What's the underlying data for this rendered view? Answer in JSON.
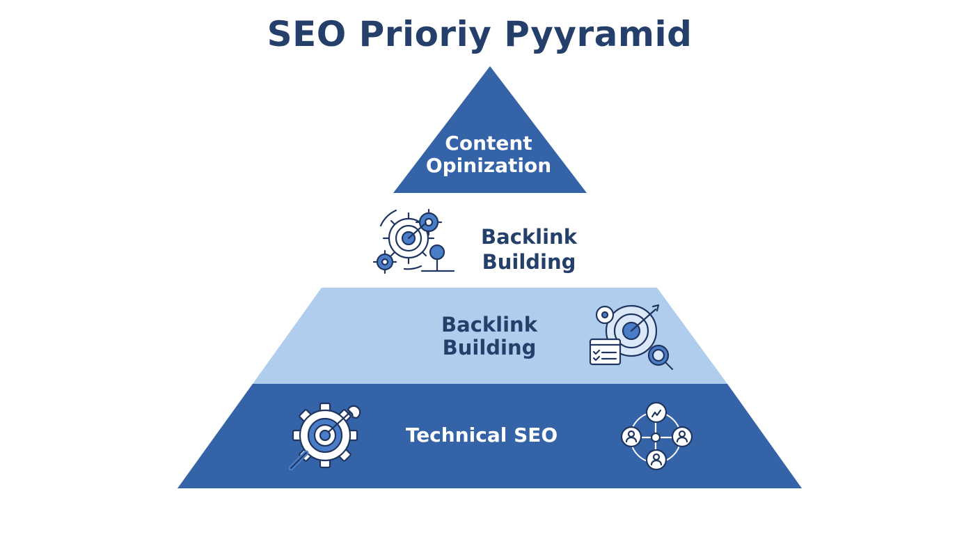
{
  "title": "SEO Prioriy Pyyramid",
  "tiers": {
    "top": {
      "line1": "Content",
      "line2": "Opinization"
    },
    "middle": {
      "line1": "Backlink",
      "line2": "Building"
    },
    "band": {
      "line1": "Backlink",
      "line2": "Building"
    },
    "base": {
      "label": "Technical SEO"
    }
  },
  "colors": {
    "title": "#253f6b",
    "dark_blue": "#3563a8",
    "light_blue": "#b0cdee",
    "icon_stroke": "#1f3560",
    "icon_fill": "#4a7dc8"
  },
  "icons": [
    "gears-target-icon",
    "target-checklist-search-icon",
    "gear-wrench-search-icon",
    "user-network-icon"
  ]
}
